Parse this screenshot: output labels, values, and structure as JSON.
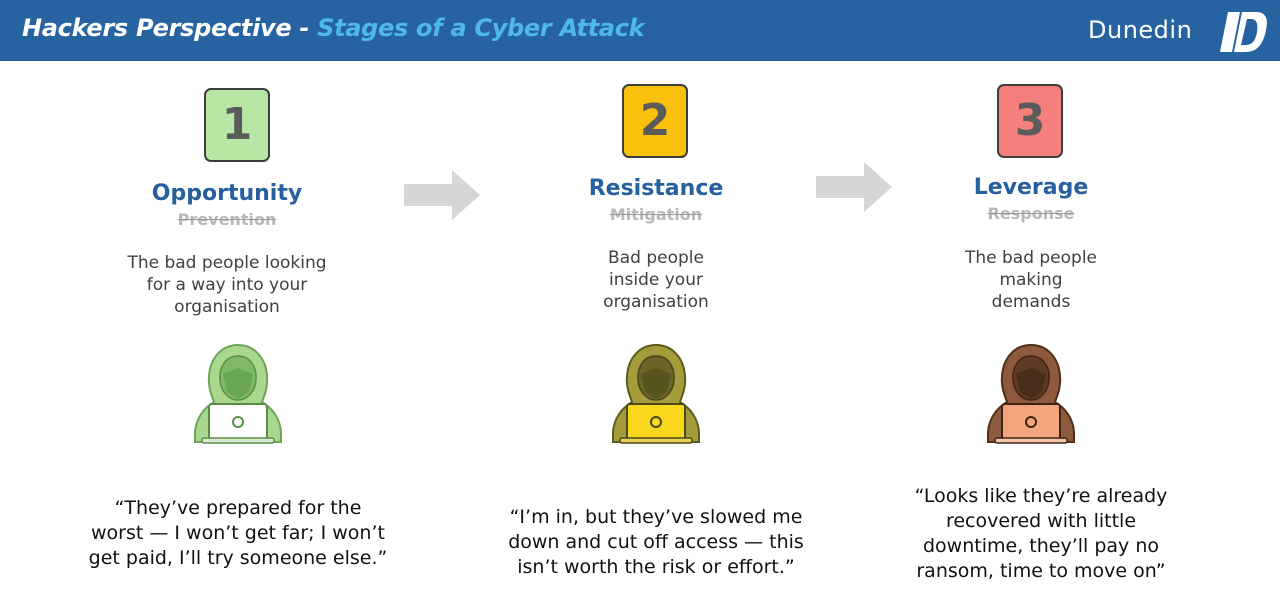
{
  "header": {
    "title_main": "Hackers Perspective",
    "title_sep": " - ",
    "title_sub": "Stages of a Cyber Attack",
    "brand": "Dunedin"
  },
  "colors": {
    "header_bg": "#2763a1",
    "accent_blue": "#27609f",
    "subtitle_cyan": "#4fb8ea",
    "stage1": "#b8e6a4",
    "stage2": "#f9c10b",
    "stage3": "#f57f7a",
    "arrow": "#d6d6d6"
  },
  "stages": [
    {
      "number": "1",
      "title": "Opportunity",
      "struck": "Prevention",
      "description": "The bad people looking\nfor a way into your\norganisation",
      "icon": "hooded-hacker-green-icon",
      "quote": "“They’ve prepared for the\nworst — I won’t get far; I won’t\nget paid, I’ll try someone else.”"
    },
    {
      "number": "2",
      "title": "Resistance",
      "struck": "Mitigation",
      "description": "Bad people\ninside your\norganisation",
      "icon": "hooded-hacker-olive-icon",
      "quote": "“I’m in, but they’ve slowed me\ndown and cut off access — this\nisn’t worth the risk or effort.”"
    },
    {
      "number": "3",
      "title": "Leverage",
      "struck": "Response",
      "description": "The bad people\nmaking\ndemands",
      "icon": "hooded-hacker-brown-icon",
      "quote": "“Looks like they’re already\nrecovered with little\ndowntime, they’ll pay no\nransom, time to move on”"
    }
  ]
}
